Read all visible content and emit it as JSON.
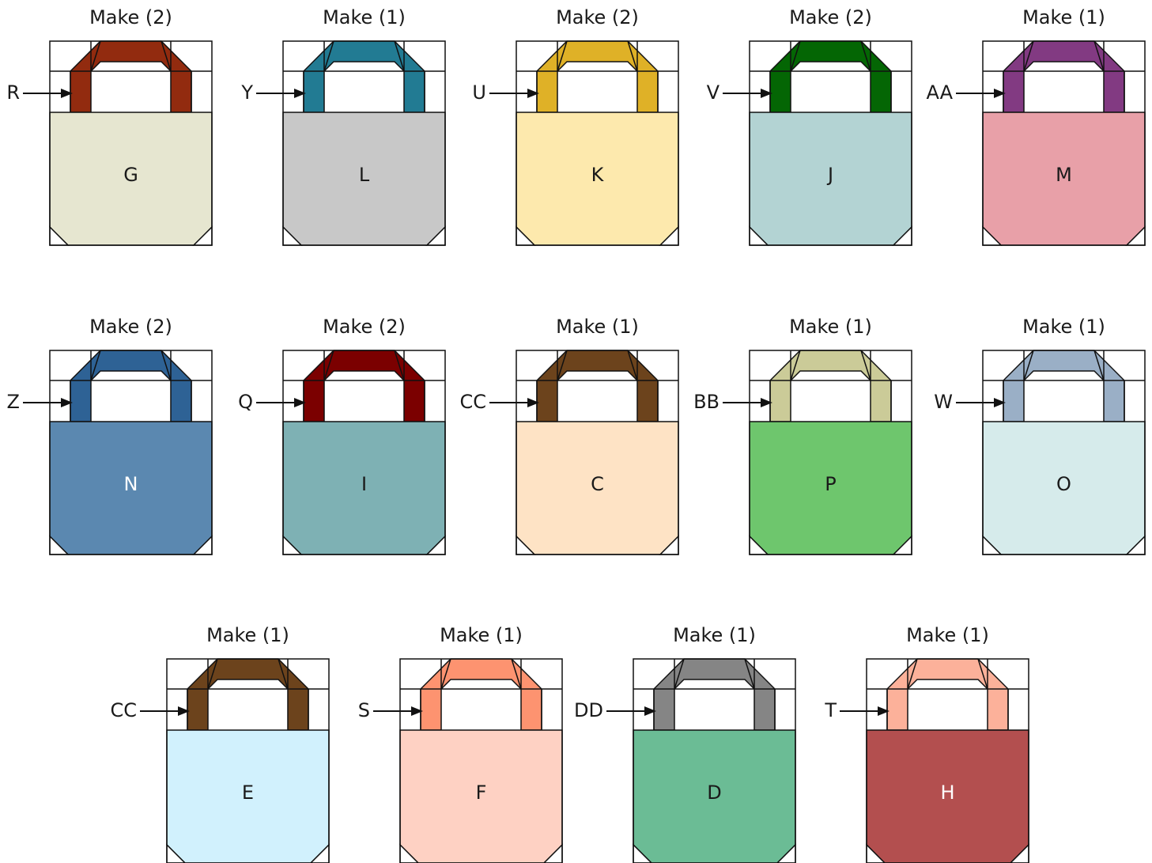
{
  "blocks": [
    {
      "make": "Make (2)",
      "body_letter": "G",
      "handle_letter": "R",
      "body_color": "#e6e6d0",
      "handle_color": "#922b0f",
      "text_color": "#1a1a1a"
    },
    {
      "make": "Make (1)",
      "body_letter": "L",
      "handle_letter": "Y",
      "body_color": "#c8c8c8",
      "handle_color": "#227b93",
      "text_color": "#1a1a1a"
    },
    {
      "make": "Make (2)",
      "body_letter": "K",
      "handle_letter": "U",
      "body_color": "#fde9ad",
      "handle_color": "#dfb127",
      "text_color": "#1a1a1a"
    },
    {
      "make": "Make (2)",
      "body_letter": "J",
      "handle_letter": "V",
      "body_color": "#b3d3d3",
      "handle_color": "#046604",
      "text_color": "#1a1a1a"
    },
    {
      "make": "Make (1)",
      "body_letter": "M",
      "handle_letter": "AA",
      "body_color": "#e8a0a8",
      "handle_color": "#823a82",
      "text_color": "#1a1a1a"
    },
    {
      "make": "Make (2)",
      "body_letter": "N",
      "handle_letter": "Z",
      "body_color": "#5b88b0",
      "handle_color": "#2e6295",
      "text_color": "#ffffff"
    },
    {
      "make": "Make (2)",
      "body_letter": "I",
      "handle_letter": "Q",
      "body_color": "#7eb1b4",
      "handle_color": "#7b0000",
      "text_color": "#1a1a1a"
    },
    {
      "make": "Make (1)",
      "body_letter": "C",
      "handle_letter": "CC",
      "body_color": "#fee3c5",
      "handle_color": "#6c431c",
      "text_color": "#1a1a1a"
    },
    {
      "make": "Make (1)",
      "body_letter": "P",
      "handle_letter": "BB",
      "body_color": "#6ec66d",
      "handle_color": "#cbcb98",
      "text_color": "#1a1a1a"
    },
    {
      "make": "Make (1)",
      "body_letter": "O",
      "handle_letter": "W",
      "body_color": "#d6ebeb",
      "handle_color": "#9aafc6",
      "text_color": "#1a1a1a"
    },
    {
      "make": "Make (1)",
      "body_letter": "E",
      "handle_letter": "CC",
      "body_color": "#d1f1fd",
      "handle_color": "#6c431c",
      "text_color": "#1a1a1a"
    },
    {
      "make": "Make (1)",
      "body_letter": "F",
      "handle_letter": "S",
      "body_color": "#fed1c3",
      "handle_color": "#fd9370",
      "text_color": "#1a1a1a"
    },
    {
      "make": "Make (1)",
      "body_letter": "D",
      "handle_letter": "DD",
      "body_color": "#6bbc95",
      "handle_color": "#858585",
      "text_color": "#1a1a1a"
    },
    {
      "make": "Make (1)",
      "body_letter": "H",
      "handle_letter": "T",
      "body_color": "#b34f4f",
      "handle_color": "#fcb19a",
      "text_color": "#ffffff"
    }
  ]
}
